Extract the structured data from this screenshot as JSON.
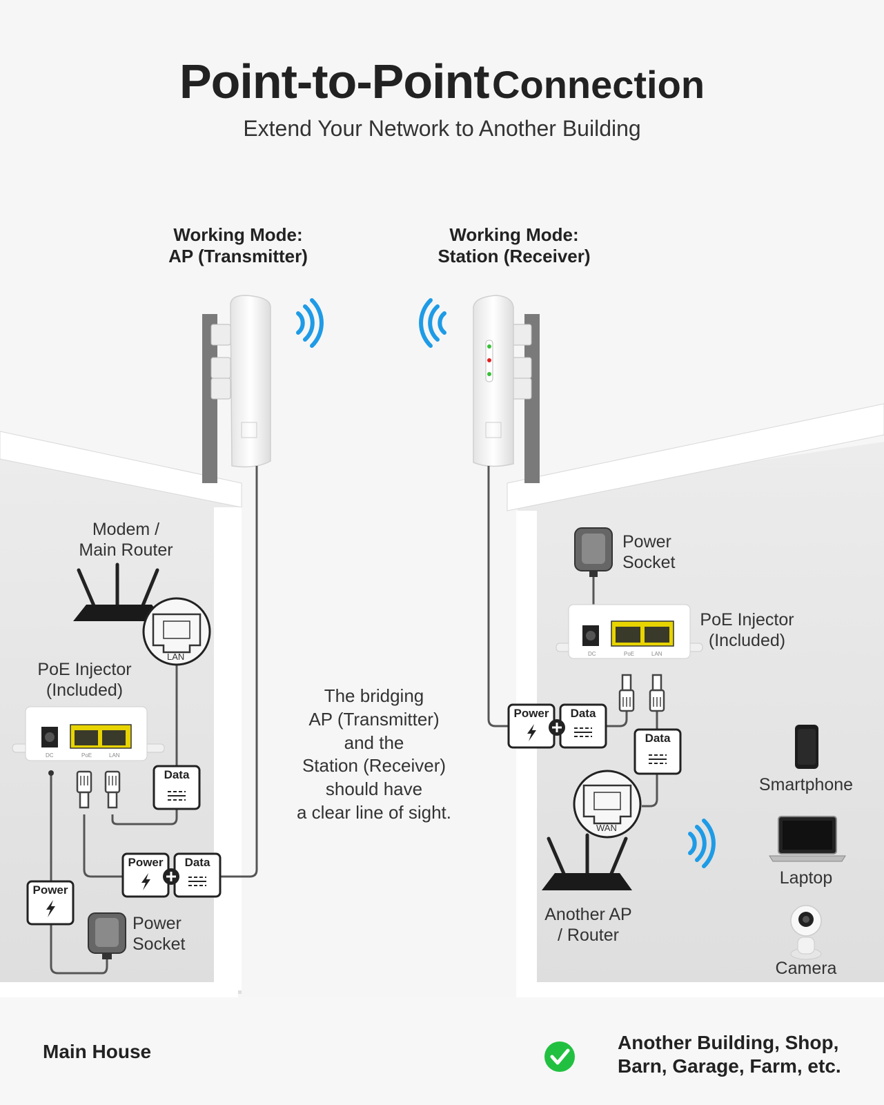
{
  "header": {
    "title_bold": "Point-to-Point",
    "title_regular": "Connection",
    "subtitle": "Extend Your Network to Another Building"
  },
  "left_mode": {
    "line1": "Working Mode:",
    "line2": "AP (Transmitter)"
  },
  "right_mode": {
    "line1": "Working Mode:",
    "line2": "Station (Receiver)"
  },
  "left_house": {
    "modem": {
      "line1": "Modem /",
      "line2": "Main Router"
    },
    "lan_port": "LAN",
    "poe": {
      "line1": "PoE Injector",
      "line2": "(Included)"
    },
    "poe_ports": {
      "dc": "DC",
      "poe": "PoE",
      "lan": "LAN"
    },
    "power_badge": "Power",
    "data_badge": "Data",
    "socket": {
      "line1": "Power",
      "line2": "Socket"
    }
  },
  "right_house": {
    "socket": {
      "line1": "Power",
      "line2": "Socket"
    },
    "poe": {
      "line1": "PoE Injector",
      "line2": "(Included)"
    },
    "poe_ports": {
      "dc": "DC",
      "poe": "PoE",
      "lan": "LAN"
    },
    "power_badge": "Power",
    "data_badge": "Data",
    "wan_port": "WAN",
    "router": {
      "line1": "Another AP",
      "line2": "/ Router"
    },
    "devices": {
      "smartphone": "Smartphone",
      "laptop": "Laptop",
      "camera": "Camera"
    }
  },
  "note": {
    "line1": "The bridging",
    "line2": "AP (Transmitter)",
    "line3": "and the",
    "line4": "Station (Receiver)",
    "line5": "should have",
    "line6": "a clear line of sight."
  },
  "footer": {
    "left": "Main House",
    "right_line1": "Another Building, Shop,",
    "right_line2": "Barn, Garage, Farm, etc."
  },
  "colors": {
    "wifi": "#1e9be6",
    "check": "#22c040",
    "port_yellow": "#e8d400",
    "cable": "#555555",
    "wall": "#e4e4e4"
  },
  "icons": [
    "wifi-signal-icon",
    "lightning-icon",
    "data-icon",
    "plus-icon",
    "check-icon",
    "router-icon",
    "power-adapter-icon",
    "rj45-connector-icon",
    "smartphone-icon",
    "laptop-icon",
    "camera-icon"
  ]
}
